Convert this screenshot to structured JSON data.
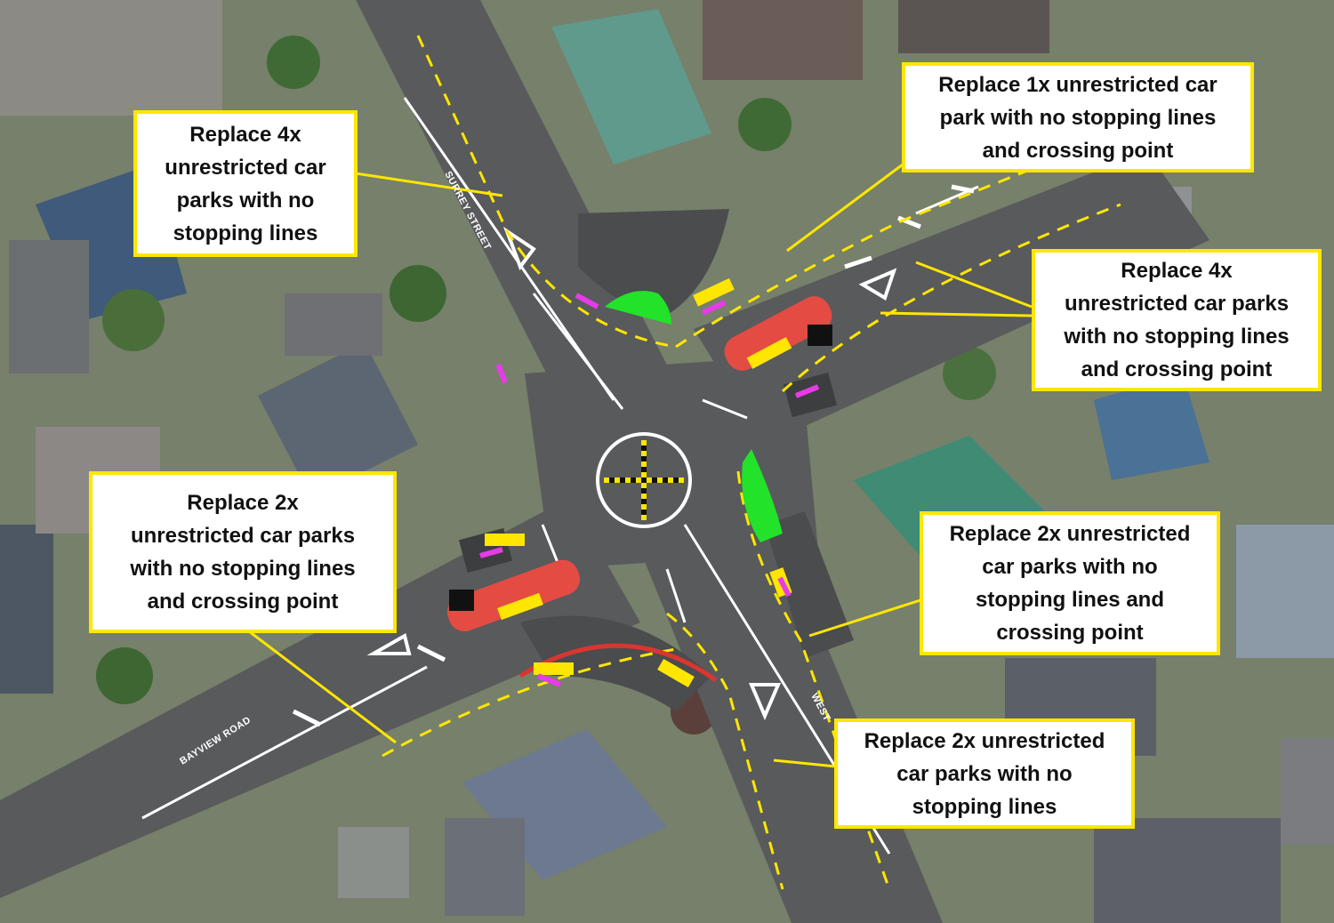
{
  "title": "",
  "streets": [
    {
      "id": "surrey",
      "label": "SURREY STREET"
    },
    {
      "id": "bayview",
      "label": "BAYVIEW ROAD"
    },
    {
      "id": "west",
      "label": "WEST"
    }
  ],
  "callouts": [
    {
      "id": "nw",
      "text": "Replace 4x\nunrestricted car\nparks with no\nstopping lines"
    },
    {
      "id": "ne",
      "text": "Replace 1x unrestricted car\npark with no stopping lines\nand crossing point"
    },
    {
      "id": "e",
      "text": "Replace 4x\nunrestricted car parks\nwith no stopping lines\nand crossing point"
    },
    {
      "id": "w",
      "text": "Replace 2x\nunrestricted car parks\nwith no stopping lines\nand crossing point"
    },
    {
      "id": "se1",
      "text": "Replace 2x unrestricted\ncar parks with no\nstopping lines and\ncrossing point"
    },
    {
      "id": "se2",
      "text": "Replace 2x unrestricted\ncar parks with no\nstopping lines"
    }
  ],
  "legend_colors": {
    "callout_border": "#ffe600",
    "no_stopping_line": "#ffe600",
    "crossing_point": "#e23b3b",
    "landscaping": "#22e22a",
    "kerb_marker": "#e83be8"
  }
}
